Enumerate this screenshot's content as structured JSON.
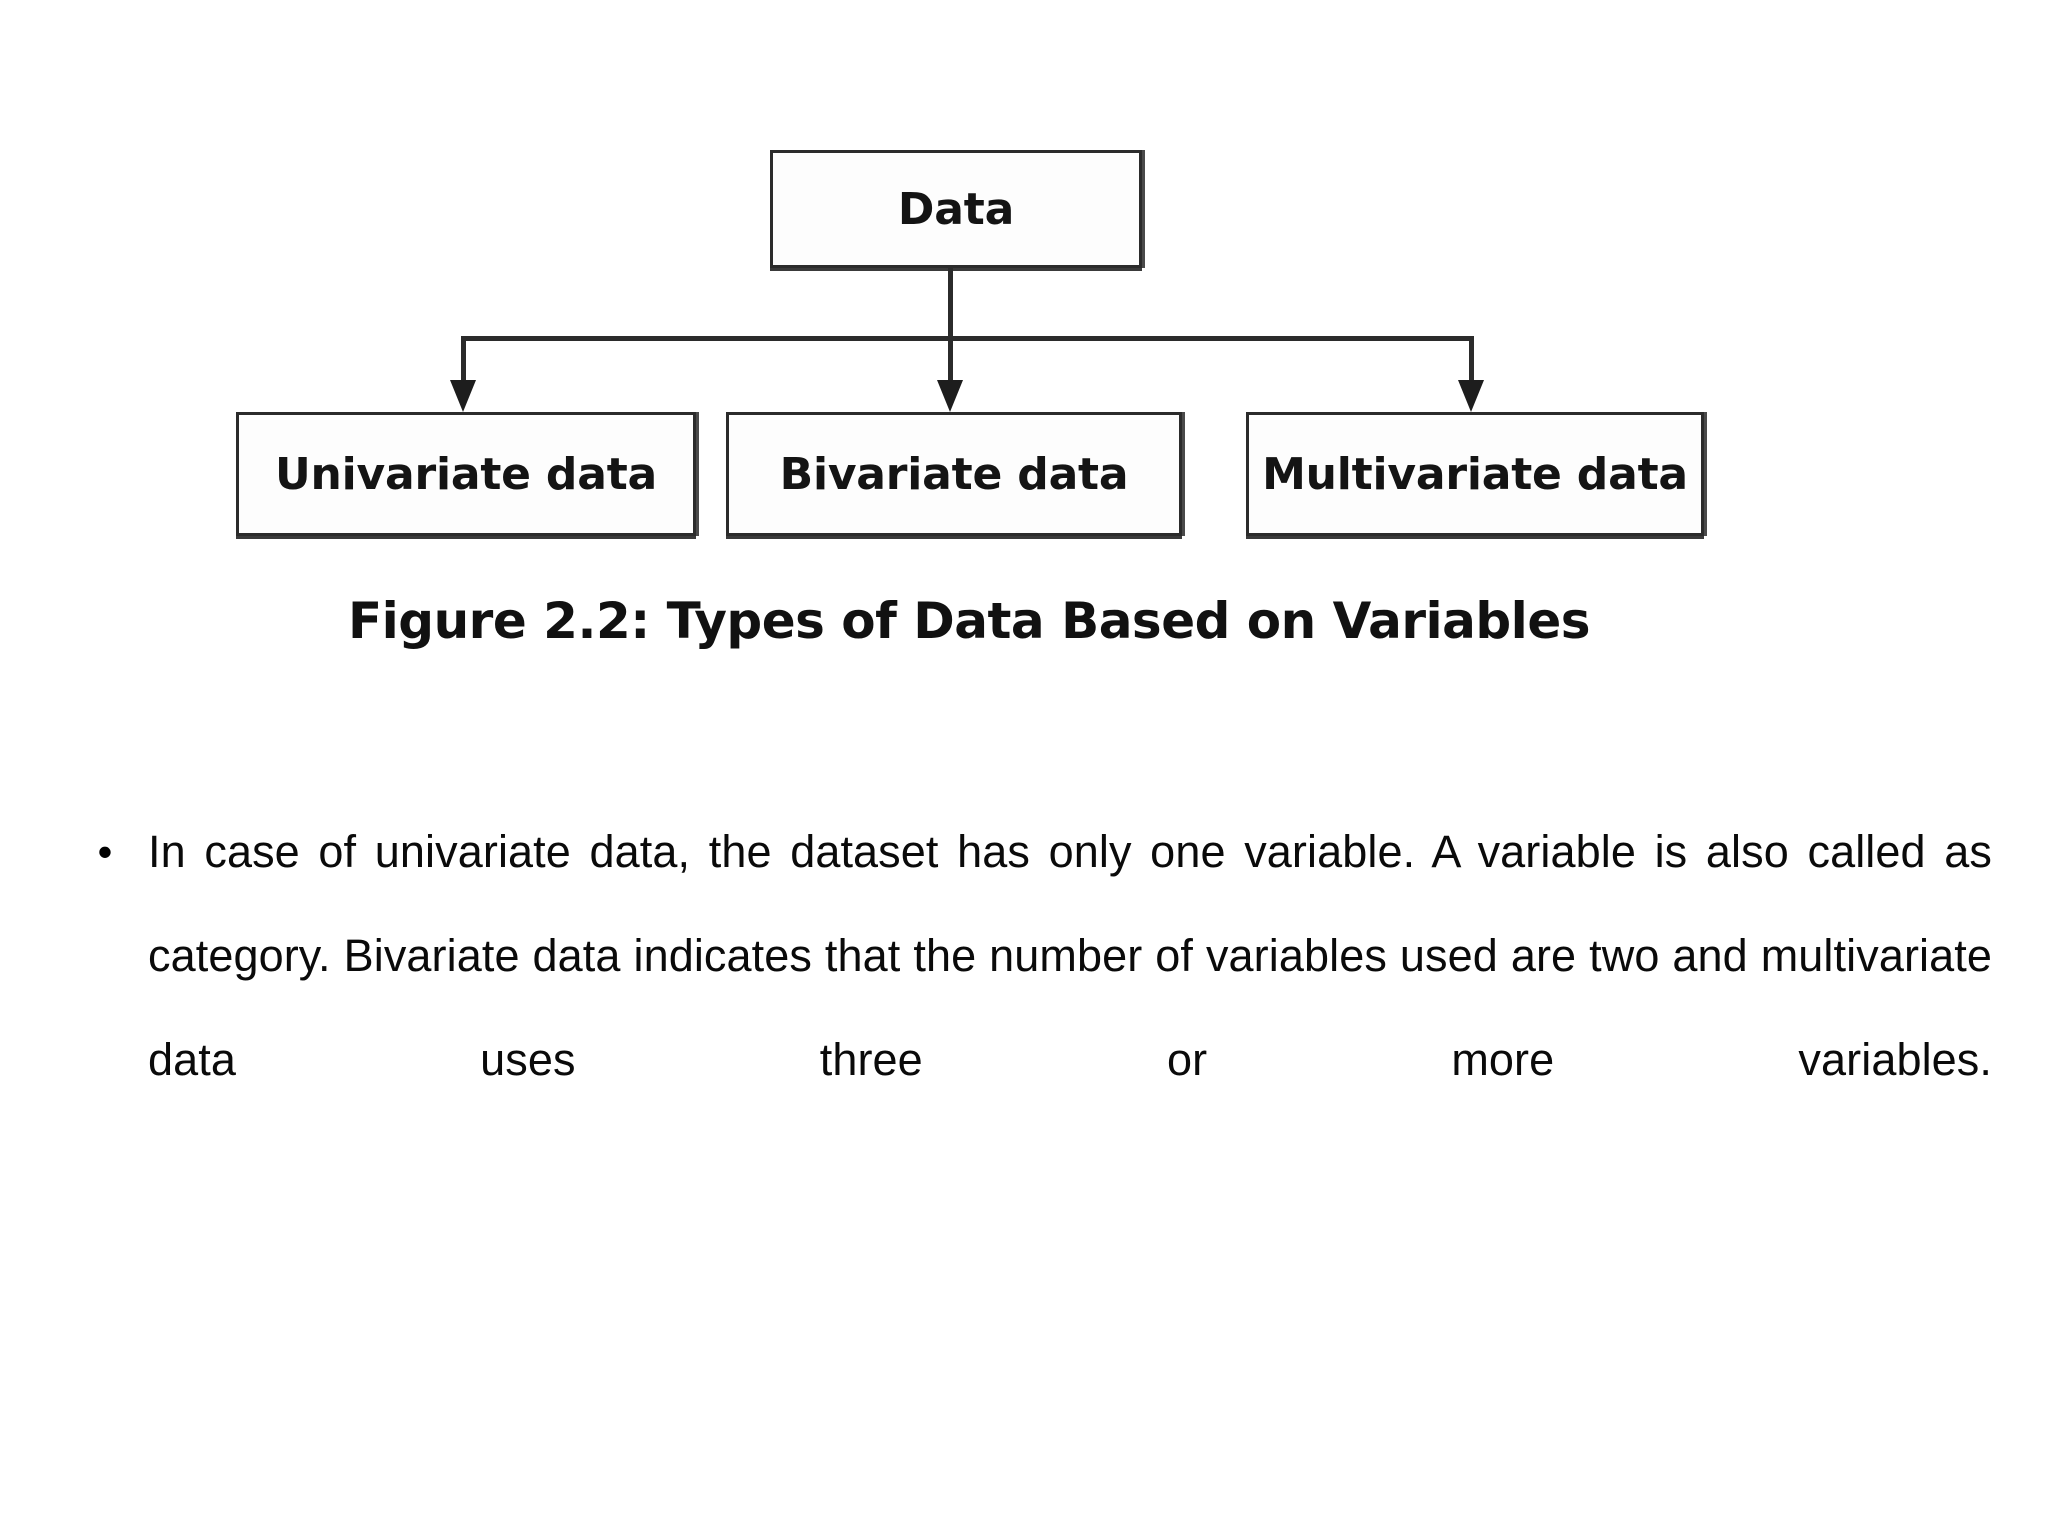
{
  "slide": {
    "background_color": "#ffffff",
    "text_color": "#0a0a0a"
  },
  "figure": {
    "diagram_type": "tree",
    "root": {
      "label": "Data"
    },
    "children": [
      {
        "label": "Univariate data"
      },
      {
        "label": "Bivariate data"
      },
      {
        "label": "Multivariate data"
      }
    ],
    "caption": {
      "label": "Figure 2.2:",
      "text": " Types of Data Based on Variables",
      "full": "Figure 2.2: Types of Data Based on Variables"
    }
  },
  "body": {
    "bullets": [
      {
        "marker": "•",
        "text": "In case of univariate data, the dataset has only one variable. A variable is also called as category. Bivariate data indicates that the number of variables used are two and multivariate data uses three or more variables."
      }
    ]
  }
}
